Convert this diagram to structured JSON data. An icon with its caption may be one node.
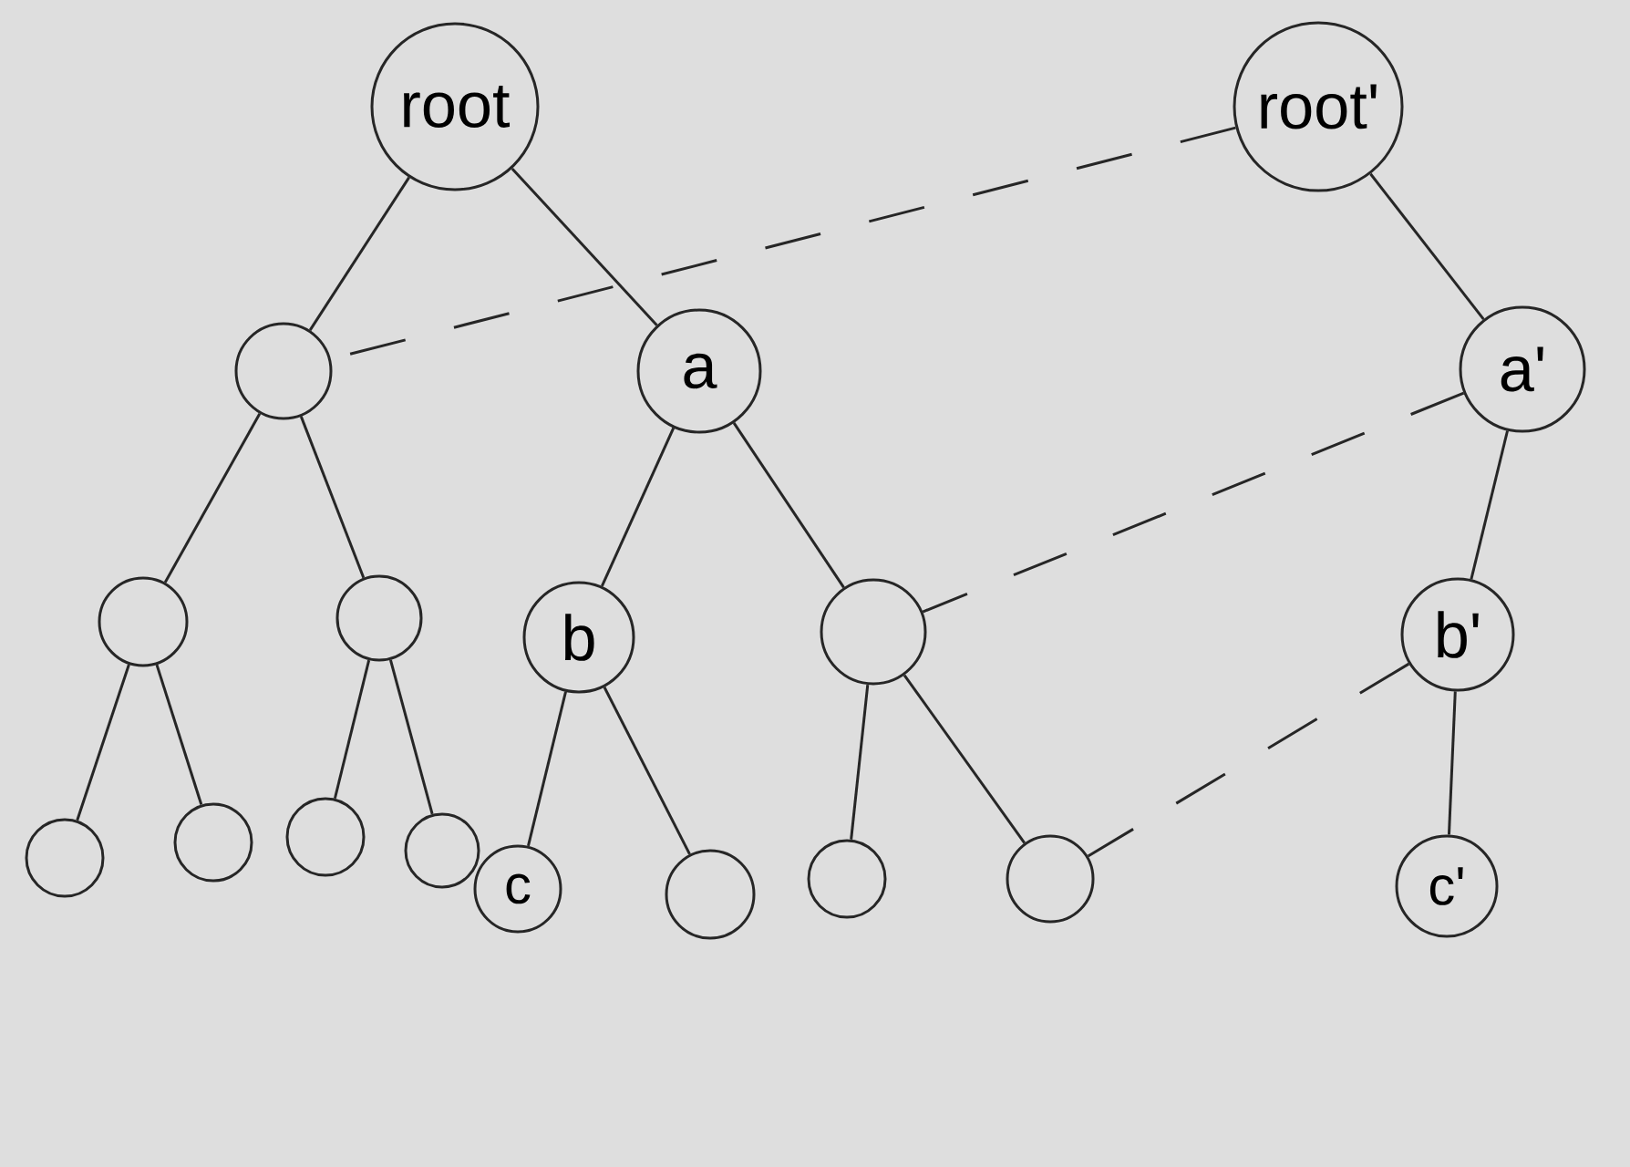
{
  "diagram": {
    "nodes": [
      {
        "text": [
          "root"
        ]
      },
      {
        "text": [
          "root'"
        ]
      },
      {
        "text": [],
        "shape": "circle"
      },
      {
        "text": [
          "a"
        ]
      },
      {
        "text": [
          "a'"
        ]
      },
      {
        "text": [],
        "shape": "circle"
      },
      {
        "text": [],
        "shape": "circle"
      },
      {
        "text": [
          "b"
        ]
      },
      {
        "text": [],
        "shape": "circle"
      },
      {
        "text": [
          "b'"
        ]
      },
      {
        "text": [],
        "shape": "circle"
      },
      {
        "text": [],
        "shape": "circle"
      },
      {
        "text": [],
        "shape": "circle"
      },
      {
        "text": [],
        "shape": "circle"
      },
      {
        "text": [
          "c"
        ]
      },
      {
        "text": [],
        "shape": "circle"
      },
      {
        "text": [],
        "shape": "circle"
      },
      {
        "text": [],
        "shape": "circle"
      },
      {
        "text": [
          "c'"
        ]
      }
    ],
    "edges": [
      {
        "from": 0,
        "to": 2,
        "arrow": "none"
      },
      {
        "from": 0,
        "to": 3,
        "arrow": "none"
      },
      {
        "from": 2,
        "to": 5,
        "arrow": "none"
      },
      {
        "from": 2,
        "to": 6,
        "arrow": "none"
      },
      {
        "from": 3,
        "to": 7,
        "arrow": "none"
      },
      {
        "from": 3,
        "to": 8,
        "arrow": "none"
      },
      {
        "from": 5,
        "to": 10,
        "arrow": "none"
      },
      {
        "from": 5,
        "to": 11,
        "arrow": "none"
      },
      {
        "from": 6,
        "to": 12,
        "arrow": "none"
      },
      {
        "from": 6,
        "to": 13,
        "arrow": "none"
      },
      {
        "from": 7,
        "to": 14,
        "arrow": "none"
      },
      {
        "from": 7,
        "to": 15,
        "arrow": "none"
      },
      {
        "from": 8,
        "to": 16,
        "arrow": "none"
      },
      {
        "from": 8,
        "to": 17,
        "arrow": "none"
      },
      {
        "from": 1,
        "to": 4,
        "arrow": "none"
      },
      {
        "from": 4,
        "to": 9,
        "arrow": "none"
      },
      {
        "from": 9,
        "to": 18,
        "arrow": "none"
      },
      {
        "from": 1,
        "to": 2,
        "arrow": "none",
        "style": "dashed"
      },
      {
        "from": 4,
        "to": 8,
        "arrow": "none",
        "style": "dashed"
      },
      {
        "from": 9,
        "to": 17,
        "arrow": "none",
        "style": "dashed"
      }
    ]
  }
}
